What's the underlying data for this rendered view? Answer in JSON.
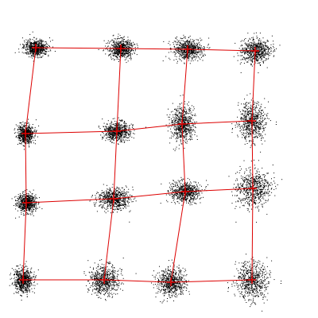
{
  "diagram": {
    "background_color": "#ffffff",
    "line_color": "#dd0000",
    "marker_color": "#dd0000",
    "point_color": "#000000",
    "grid_rows": 4,
    "grid_cols": 4,
    "nodes": [
      [
        {
          "row": 0,
          "col": 0
        },
        {
          "row": 0,
          "col": 1
        },
        {
          "row": 0,
          "col": 2
        },
        {
          "row": 0,
          "col": 3
        }
      ],
      [
        {
          "row": 1,
          "col": 0
        },
        {
          "row": 1,
          "col": 1
        },
        {
          "row": 1,
          "col": 2
        },
        {
          "row": 1,
          "col": 3
        }
      ],
      [
        {
          "row": 2,
          "col": 0
        },
        {
          "row": 2,
          "col": 1
        },
        {
          "row": 2,
          "col": 2
        },
        {
          "row": 2,
          "col": 3
        }
      ],
      [
        {
          "row": 3,
          "col": 0
        },
        {
          "row": 3,
          "col": 1
        },
        {
          "row": 3,
          "col": 2
        },
        {
          "row": 3,
          "col": 3
        }
      ]
    ]
  }
}
